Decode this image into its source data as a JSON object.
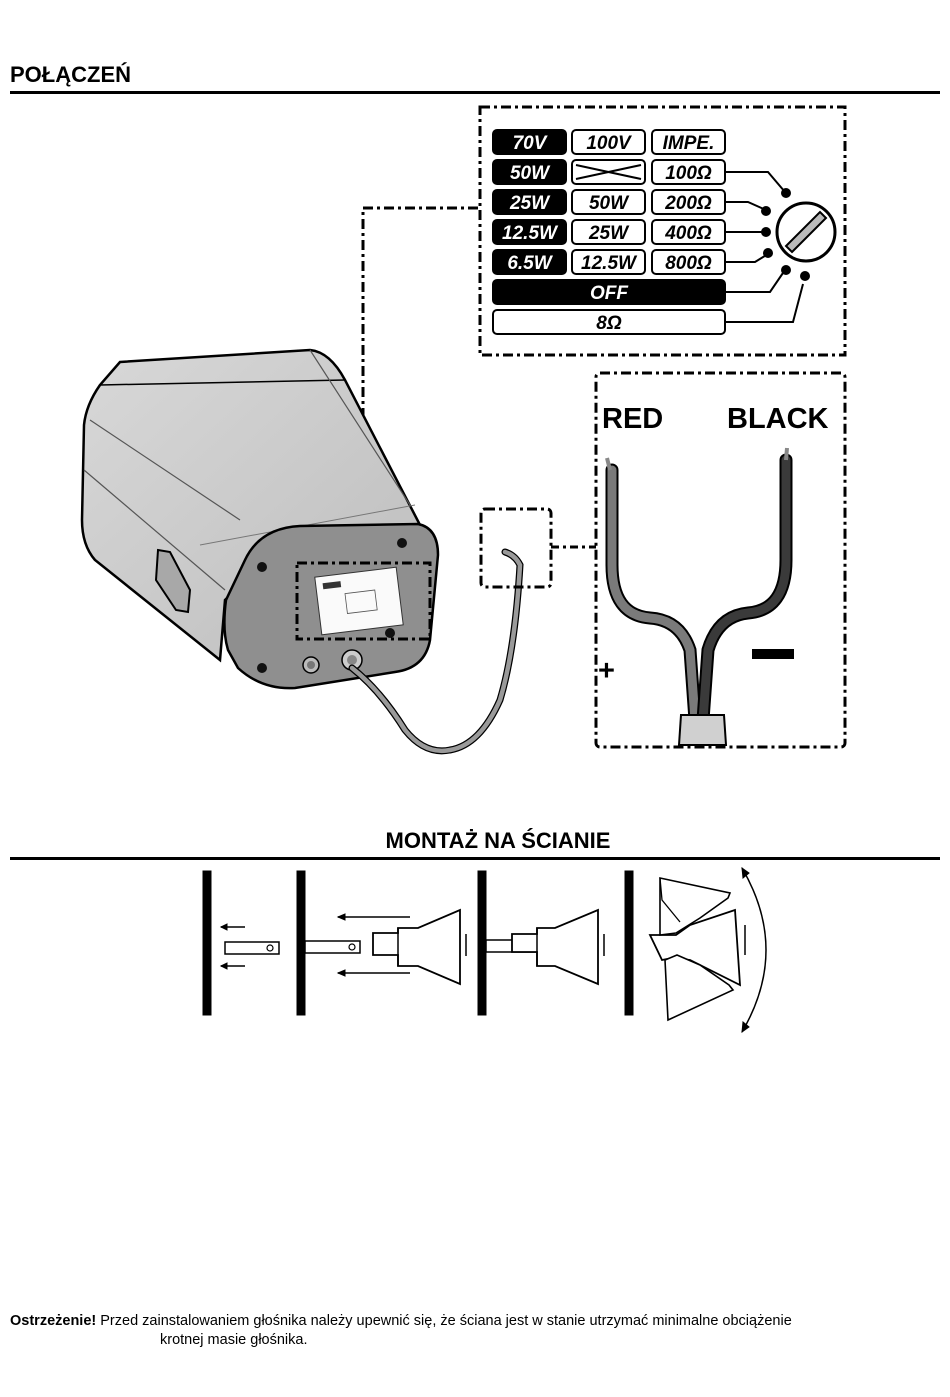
{
  "sections": {
    "connection_title": "POŁĄCZEŃ",
    "mount_title": "MONTAŻ NA ŚCIANIE"
  },
  "switch_table": {
    "header": [
      "70V",
      "100V",
      "IMPE."
    ],
    "rows": [
      [
        "50W",
        "",
        "100Ω"
      ],
      [
        "25W",
        "50W",
        "200Ω"
      ],
      [
        "12.5W",
        "25W",
        "400Ω"
      ],
      [
        "6.5W",
        "12.5W",
        "800Ω"
      ]
    ],
    "off_label": "OFF",
    "ohm8_label": "8Ω"
  },
  "wire_labels": {
    "red": "RED",
    "black": "BLACK",
    "plus": "+",
    "minus": "–"
  },
  "warning": {
    "prefix": "Ostrzeżenie!",
    "line1": " Przed zainstalowaniem głośnika należy upewnić się, że ściana jest w stanie utrzymać minimalne obciążenie",
    "line2": "krotnej masie głośnika."
  }
}
